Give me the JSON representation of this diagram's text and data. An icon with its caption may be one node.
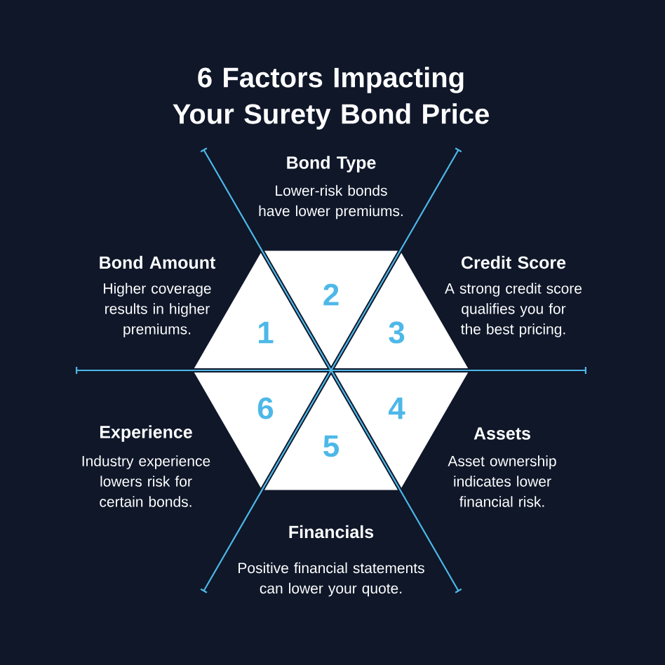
{
  "diagram": {
    "title": "6 Factors Impacting Your Surety Bond Price",
    "nodes": [
      {
        "text": [
          "1"
        ]
      },
      {
        "text": [
          "2"
        ]
      },
      {
        "text": [
          "3"
        ]
      },
      {
        "text": [
          "4"
        ]
      },
      {
        "text": [
          "5"
        ]
      },
      {
        "text": [
          "6"
        ]
      }
    ],
    "labels": [
      "Bond Type",
      "Lower-risk bonds have lower premiums.",
      "Bond Amount",
      "Higher coverage results in higher premiums.",
      "Credit Score",
      "A strong credit score qualifies you for the best pricing.",
      "Experience",
      "Industry experience lowers risk for certain bonds.",
      "Assets",
      "Asset ownership indicates lower financial risk.",
      "Financials",
      "Positive financial statements can lower your quote."
    ]
  }
}
